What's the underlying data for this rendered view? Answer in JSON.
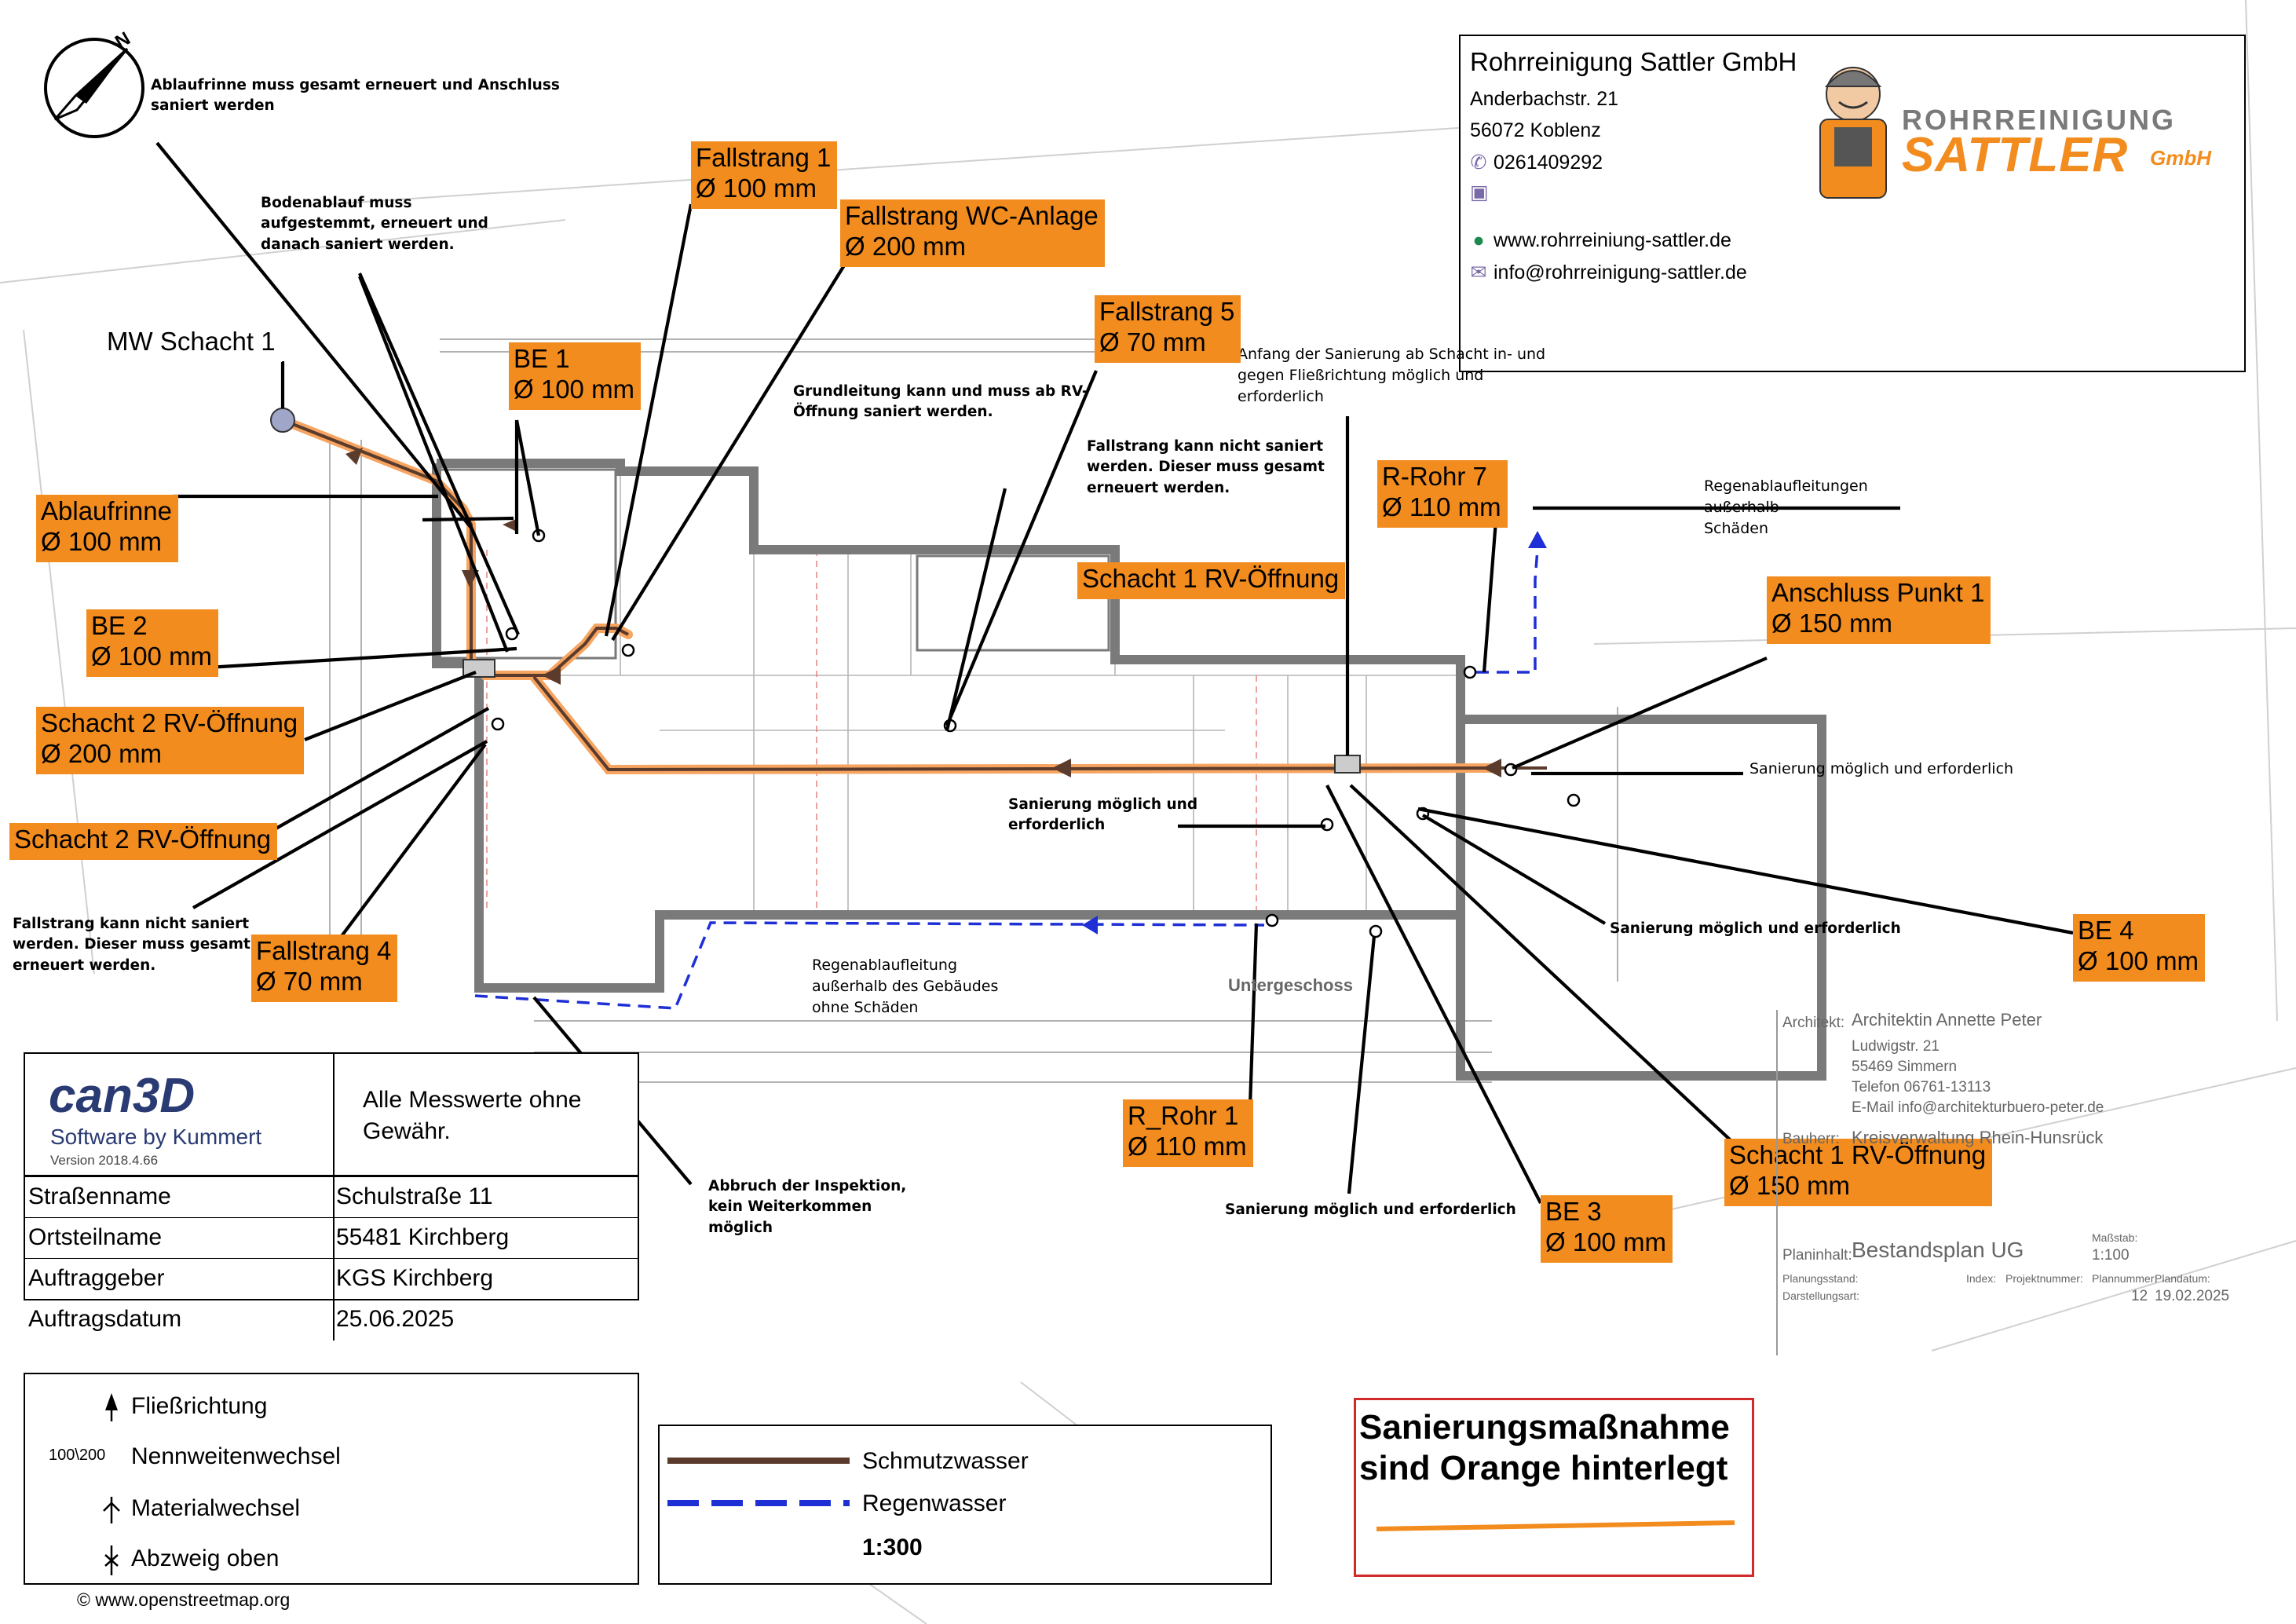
{
  "company": {
    "name": "Rohrreinigung Sattler GmbH",
    "street": "Anderbachstr. 21",
    "city": "56072 Koblenz",
    "phone": "0261409292",
    "website": "www.rohrreiniung-sattler.de",
    "email": "info@rohrreinigung-sattler.de",
    "logo_top": "ROHRREINIGUNG",
    "logo_main": "SATTLER",
    "logo_suffix": "GmbH",
    "phone_icon": "phone-icon",
    "fax_icon": "fax-icon",
    "web_icon": "globe-icon",
    "mail_icon": "envelope-icon"
  },
  "tags": {
    "mw_schacht_1": {
      "l1": "MW Schacht 1"
    },
    "be1": {
      "l1": "BE 1",
      "l2": "Ø 100 mm"
    },
    "fallstrang1": {
      "l1": "Fallstrang 1",
      "l2": "Ø 100 mm"
    },
    "fallstrang_wc": {
      "l1": "Fallstrang WC-Anlage",
      "l2": "Ø 200 mm"
    },
    "fallstrang5": {
      "l1": "Fallstrang 5",
      "l2": "Ø 70 mm"
    },
    "ablaufrinne": {
      "l1": "Ablaufrinne",
      "l2": "Ø 100 mm"
    },
    "be2": {
      "l1": "BE 2",
      "l2": "Ø 100 mm"
    },
    "schacht2_rv": {
      "l1": "Schacht 2 RV-Öffnung",
      "l2": "Ø 200 mm"
    },
    "schacht2_rv_b": {
      "l1": "Schacht 2 RV-Öffnung"
    },
    "fallstrang4": {
      "l1": "Fallstrang 4",
      "l2": "Ø 70 mm"
    },
    "r_rohr7": {
      "l1": "R-Rohr 7",
      "l2": "Ø 110 mm"
    },
    "schacht1_rv": {
      "l1": "Schacht 1 RV-Öffnung"
    },
    "anschluss1": {
      "l1": "Anschluss Punkt 1",
      "l2": "Ø 150 mm"
    },
    "be4": {
      "l1": "BE 4",
      "l2": "Ø 100 mm"
    },
    "r_rohr1": {
      "l1": "R_Rohr 1",
      "l2": "Ø 110 mm"
    },
    "schacht1_rv_150": {
      "l1": "Schacht 1 RV-Öffnung",
      "l2": "Ø 150 mm"
    },
    "be3": {
      "l1": "BE 3",
      "l2": "Ø 100 mm"
    }
  },
  "notes": {
    "ablaufrinne": {
      "l1": "Ablaufrinne muss gesamt erneuert und Anschluss",
      "l2": "saniert werden"
    },
    "bodenablauf": {
      "l1": "Bodenablauf muss",
      "l2": "aufgestemmt, erneuert und",
      "l3": "danach saniert werden."
    },
    "grundleitung": {
      "l1": "Grundleitung kann und muss ab RV-",
      "l2": "Öffnung saniert werden."
    },
    "anfang": {
      "l1": "Anfang der Sanierung ab Schacht in- und",
      "l2": "gegen Fließrichtung möglich und",
      "l3": "erforderlich"
    },
    "fallstrang_neu": {
      "l1": "Fallstrang kann nicht saniert",
      "l2": "werden. Dieser muss gesamt",
      "l3": "erneuert werden."
    },
    "regen_aussen": {
      "l1": "Regenablaufleitungen",
      "l2": "außerhalb",
      "l3": "Schäden"
    },
    "sanierung_mid": {
      "l1": "Sanierung möglich und",
      "l2": "erforderlich"
    },
    "sanierung_right": {
      "l1": "Sanierung möglich und erforderlich"
    },
    "sanierung_right2": {
      "l1": "Sanierung möglich und erforderlich"
    },
    "sanierung_bottom": {
      "l1": "Sanierung möglich und erforderlich"
    },
    "fallstrang_neu2": {
      "l1": "Fallstrang kann nicht saniert",
      "l2": "werden. Dieser muss gesamt",
      "l3": "erneuert werden."
    },
    "regen_gebaeude": {
      "l1": "Regenablaufleitung",
      "l2": "außerhalb des Gebäudes",
      "l3": "ohne Schäden"
    },
    "abbruch": {
      "l1": "Abbruch der Inspektion,",
      "l2": "kein Weiterkommen",
      "l3": "möglich"
    }
  },
  "plan": {
    "floor_label": "Untergeschoss",
    "architect_label": "Architektin Annette Peter",
    "architect_street": "Ludwigstr. 21",
    "architect_city": "55469 Simmern",
    "architect_phone": "Telefon  06761-13113",
    "architect_mail": "E-Mail  info@architekturbuero-peter.de",
    "client": "Kreisverwaltung Rhein-Hunsrück",
    "plan_title": "Bestandsplan UG",
    "plan_scale": "1:100",
    "plan_number": "12",
    "plan_date": "19.02.2025",
    "label_planinhalt": "Planinhalt:",
    "label_massstab": "Maßstab:",
    "label_index": "Index:",
    "label_planstand": "Planungsstand:",
    "label_darstellung": "Darstellungsart:",
    "label_projektnr": "Projektnummer:",
    "label_plannr": "Plannummer:",
    "label_plandatum": "Plandatum:",
    "label_bauherr": "Bauherr:",
    "label_architekt": "Architekt:"
  },
  "info": {
    "software_logo": "can3D",
    "software_sub": "Software by Kummert",
    "software_version": "Version 2018.4.66",
    "disclaimer_l1": "Alle Messwerte ohne",
    "disclaimer_l2": "Gewähr.",
    "rows": [
      {
        "key": "Straßenname",
        "value": "Schulstraße 11"
      },
      {
        "key": "Ortsteilname",
        "value": "55481 Kirchberg"
      },
      {
        "key": "Auftraggeber",
        "value": "KGS Kirchberg"
      },
      {
        "key": "Auftragsdatum",
        "value": "25.06.2025"
      }
    ]
  },
  "legend": {
    "flow": "Fließrichtung",
    "diameter_symbol": "100\\200",
    "diameter": "Nennweitenwechsel",
    "material": "Materialwechsel",
    "branch": "Abzweig oben",
    "flow_icon": "arrow-up-icon",
    "material_icon": "material-change-icon",
    "branch_icon": "branch-up-icon"
  },
  "line_legend": {
    "waste": "Schmutzwasser",
    "rain": "Regenwasser",
    "scale": "1:300",
    "waste_color": "#5a3b2c",
    "rain_color": "#1f2fd6"
  },
  "remark": {
    "l1": "Sanierungsmaßnahme",
    "l2": "sind Orange hinterlegt",
    "line_color": "#f28c1e"
  },
  "credit": "© www.openstreetmap.org",
  "north": "N",
  "colors": {
    "tag_bg": "#f28c1e",
    "wall": "#777777",
    "rain": "#1f2fd6",
    "waste": "#5a3b2c"
  }
}
